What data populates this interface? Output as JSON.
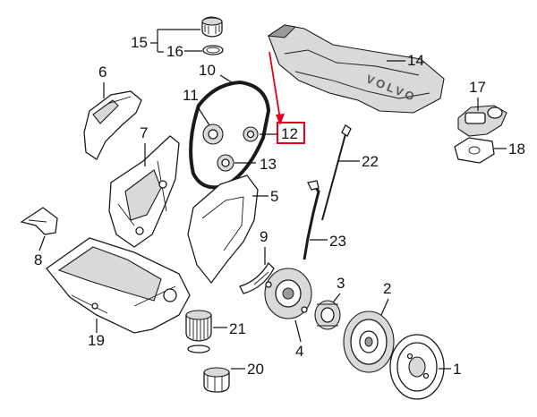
{
  "callouts": {
    "c1": "1",
    "c2": "2",
    "c3": "3",
    "c4": "4",
    "c5": "5",
    "c6": "6",
    "c7": "7",
    "c8": "8",
    "c9": "9",
    "c10": "10",
    "c11": "11",
    "c12": "12",
    "c13": "13",
    "c14": "14",
    "c15": "15",
    "c16": "16",
    "c17": "17",
    "c18": "18",
    "c19": "19",
    "c20": "20",
    "c21": "21",
    "c22": "22",
    "c23": "23"
  },
  "cover_lettering": "VOLVO",
  "highlight": {
    "callout": "12",
    "color": "#e3001b"
  }
}
